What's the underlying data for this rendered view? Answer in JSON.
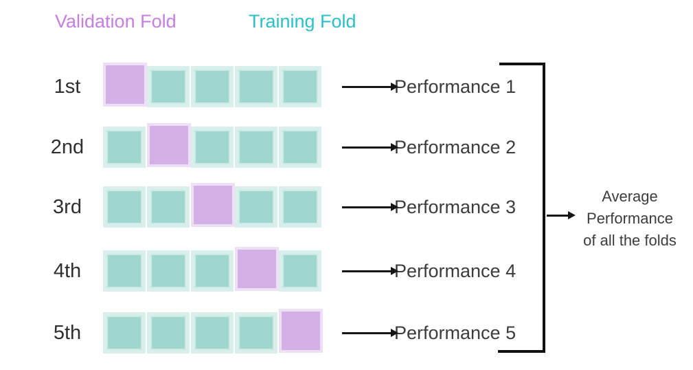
{
  "legend": {
    "validation_label": "Validation Fold",
    "training_label": "Training Fold"
  },
  "colors": {
    "validation_text": "#c67ee0",
    "training_text": "#2ac0ca",
    "validation_fill": "#d3b1e6",
    "validation_halo": "#ecdff6",
    "training_fill": "#a0d6d0",
    "training_frame": "#d9efec",
    "arrow": "#161616",
    "body_text": "#3c3c3c"
  },
  "folds_per_row": 5,
  "rows": [
    {
      "label": "1st",
      "validation_fold_index": 0,
      "performance_label": "Performance 1"
    },
    {
      "label": "2nd",
      "validation_fold_index": 1,
      "performance_label": "Performance 2"
    },
    {
      "label": "3rd",
      "validation_fold_index": 2,
      "performance_label": "Performance 3"
    },
    {
      "label": "4th",
      "validation_fold_index": 3,
      "performance_label": "Performance 4"
    },
    {
      "label": "5th",
      "validation_fold_index": 4,
      "performance_label": "Performance 5"
    }
  ],
  "aggregate": {
    "lines": [
      "Average",
      "Performance",
      "of all the folds"
    ]
  }
}
